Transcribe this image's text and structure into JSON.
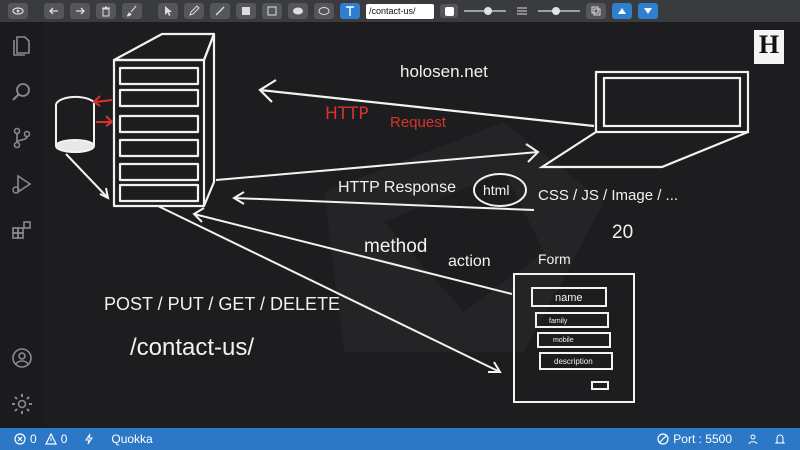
{
  "toolbar": {
    "url_field": "/contact-us/",
    "tools": [
      "eye-icon",
      "arrow-left-icon",
      "arrow-right-icon",
      "trash-icon",
      "brush-icon",
      "cursor-icon",
      "pen-icon",
      "line-icon",
      "filled-rect-icon",
      "rect-icon",
      "filled-ellipse-icon",
      "ellipse-icon",
      "text-icon"
    ]
  },
  "diagram": {
    "site_label": "holosen.net",
    "http_label": "HTTP",
    "request_label": "Request",
    "response_label": "HTTP Response",
    "html_label": "html",
    "assets_label": "CSS / JS / Image / ...",
    "number_label": "20",
    "method_label": "method",
    "action_label": "action",
    "form_label": "Form",
    "methods_list": "POST / PUT / GET / DELETE",
    "path_label": "/contact-us/",
    "fields": {
      "name": "name",
      "family": "family",
      "mobile": "mobile",
      "description": "description"
    }
  },
  "logo": {
    "letter": "H"
  },
  "status": {
    "errors": "0",
    "warnings": "0",
    "extension": "Quokka",
    "port": "Port : 5500"
  },
  "colors": {
    "status_bar": "#2c78c7",
    "red_text": "#d8322e",
    "canvas": "#1d1d1f"
  }
}
